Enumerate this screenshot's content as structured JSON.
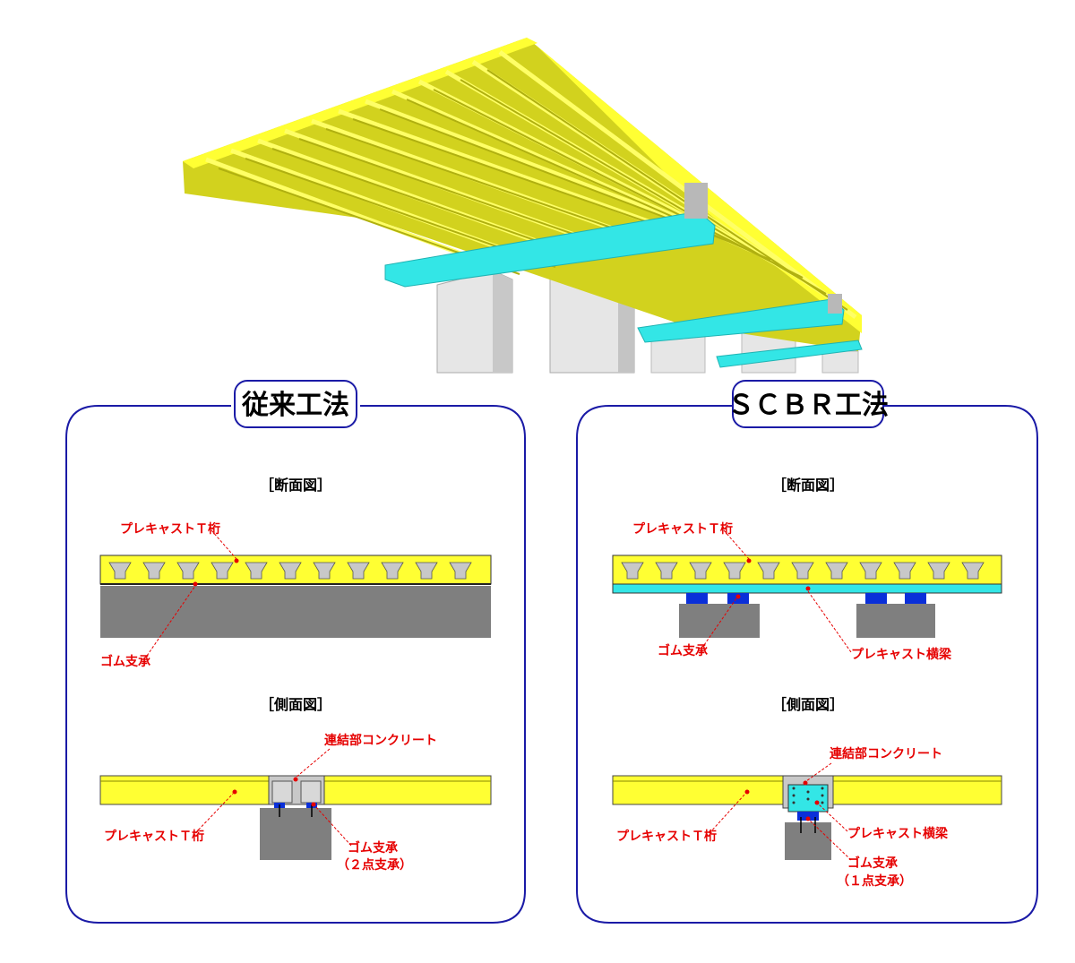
{
  "colors": {
    "girder_yellow": "#ffff33",
    "girder_shadow": "#d2d21e",
    "girder_grey": "#c8c8c8",
    "crossbeam_cyan": "#33e6e6",
    "pier_grey": "#e6e6e6",
    "abutment_dark": "#7f7f7f",
    "bearing_blue": "#0a2fd9",
    "panel_border": "#1a1aa6",
    "label_red": "#e60000"
  },
  "left_panel": {
    "title": "従来工法",
    "section_title": "［断面図］",
    "side_title": "［側面図］",
    "labels": {
      "precast_t_beam_top": "プレキャストＴ桁",
      "rubber_bearing": "ゴム支承",
      "joint_concrete": "連結部コンクリート",
      "precast_t_beam_side": "プレキャストＴ桁",
      "rubber_bearing_side": "ゴム支承",
      "two_point_support": "（２点支承）"
    }
  },
  "right_panel": {
    "title": "ＳＣＢＲ工法",
    "section_title": "［断面図］",
    "side_title": "［側面図］",
    "labels": {
      "precast_t_beam_top": "プレキャストＴ桁",
      "rubber_bearing": "ゴム支承",
      "precast_cross_beam": "プレキャスト横梁",
      "joint_concrete": "連結部コンクリート",
      "precast_t_beam_side": "プレキャストＴ桁",
      "precast_cross_beam_side": "プレキャスト横梁",
      "rubber_bearing_side": "ゴム支承",
      "one_point_support": "（１点支承）"
    }
  },
  "icons": {
    "bridge_render": "bridge-3d-illustration"
  }
}
